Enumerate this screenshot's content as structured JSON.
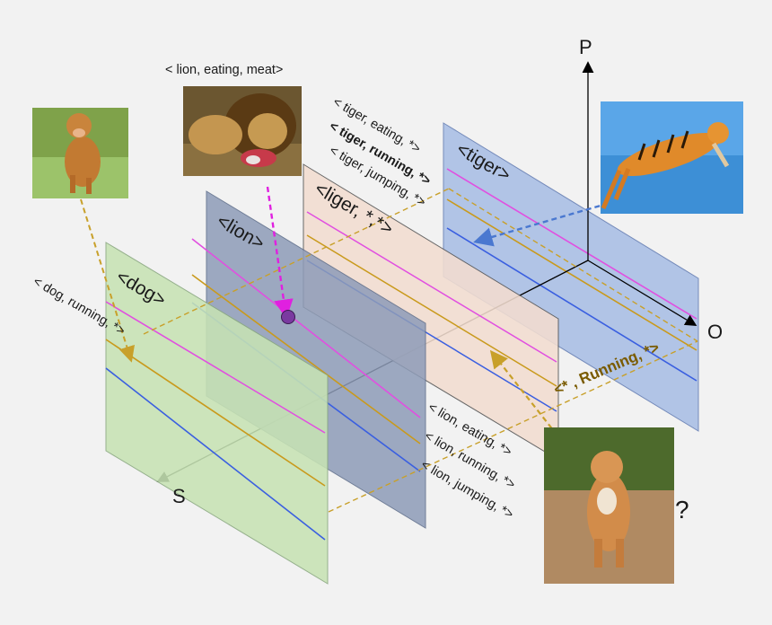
{
  "axes": {
    "p": "P",
    "o": "O",
    "s": "S"
  },
  "planes": {
    "tiger": "<tiger>",
    "liger": "<liger, *,*>",
    "lion": "<lion>",
    "dog": "<dog>"
  },
  "triples": {
    "lion_eating_meat": "< lion, eating, meat>",
    "tiger_eating": "< tiger, eating, *>",
    "tiger_running": "< tiger,  running,  *>",
    "tiger_jumping": "< tiger,  jumping, *>",
    "dog_running": "< dog, running, *>",
    "lion_eating": "< lion,  eating,  *>",
    "lion_running": "< lion,  running,  *>",
    "lion_jumping": "< lion, jumping,  *>",
    "star_running": "<* , Running, *>"
  },
  "question": "?",
  "images": {
    "dog": "dog-running-photo",
    "lion": "lion-eating-meat-photo",
    "tiger": "tiger-jumping-photo",
    "liger": "liger-running-photo"
  },
  "colors": {
    "tiger_plane": "#aec2e6",
    "liger_plane": "#f3ddd0",
    "lion_plane": "#8e9cb8",
    "dog_plane": "#c7e3b4",
    "magenta_line": "#e14fe0",
    "gold_line": "#c99a1c",
    "blue_line": "#3a5fe0",
    "dashed_gold": "#c8a02a",
    "dashed_magenta": "#e020e0",
    "dashed_blue": "#4a78d0",
    "dot": "#7a3aa0"
  }
}
